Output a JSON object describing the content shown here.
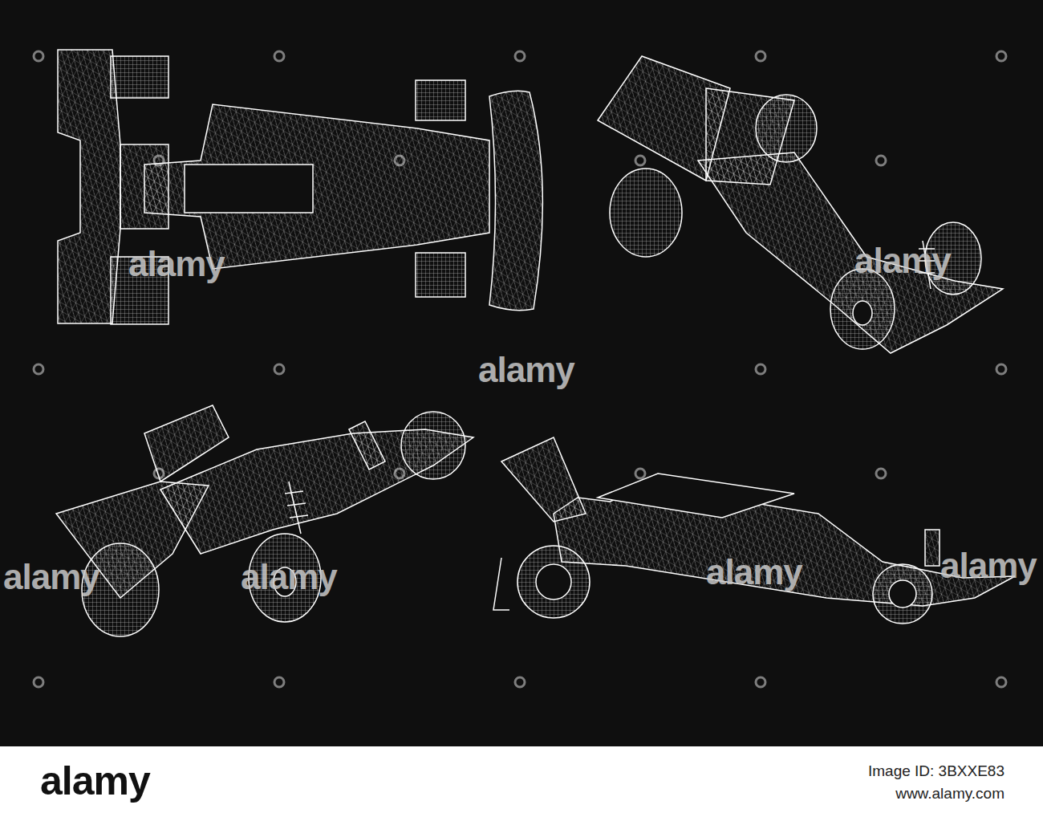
{
  "diagram": {
    "labels": [
      "alamy",
      "alamy",
      "alamy",
      "alamy",
      "alamy",
      "alamy",
      "alamy",
      "alamy",
      "Image ID: 3BXXE83",
      "www.alamy.com"
    ]
  }
}
